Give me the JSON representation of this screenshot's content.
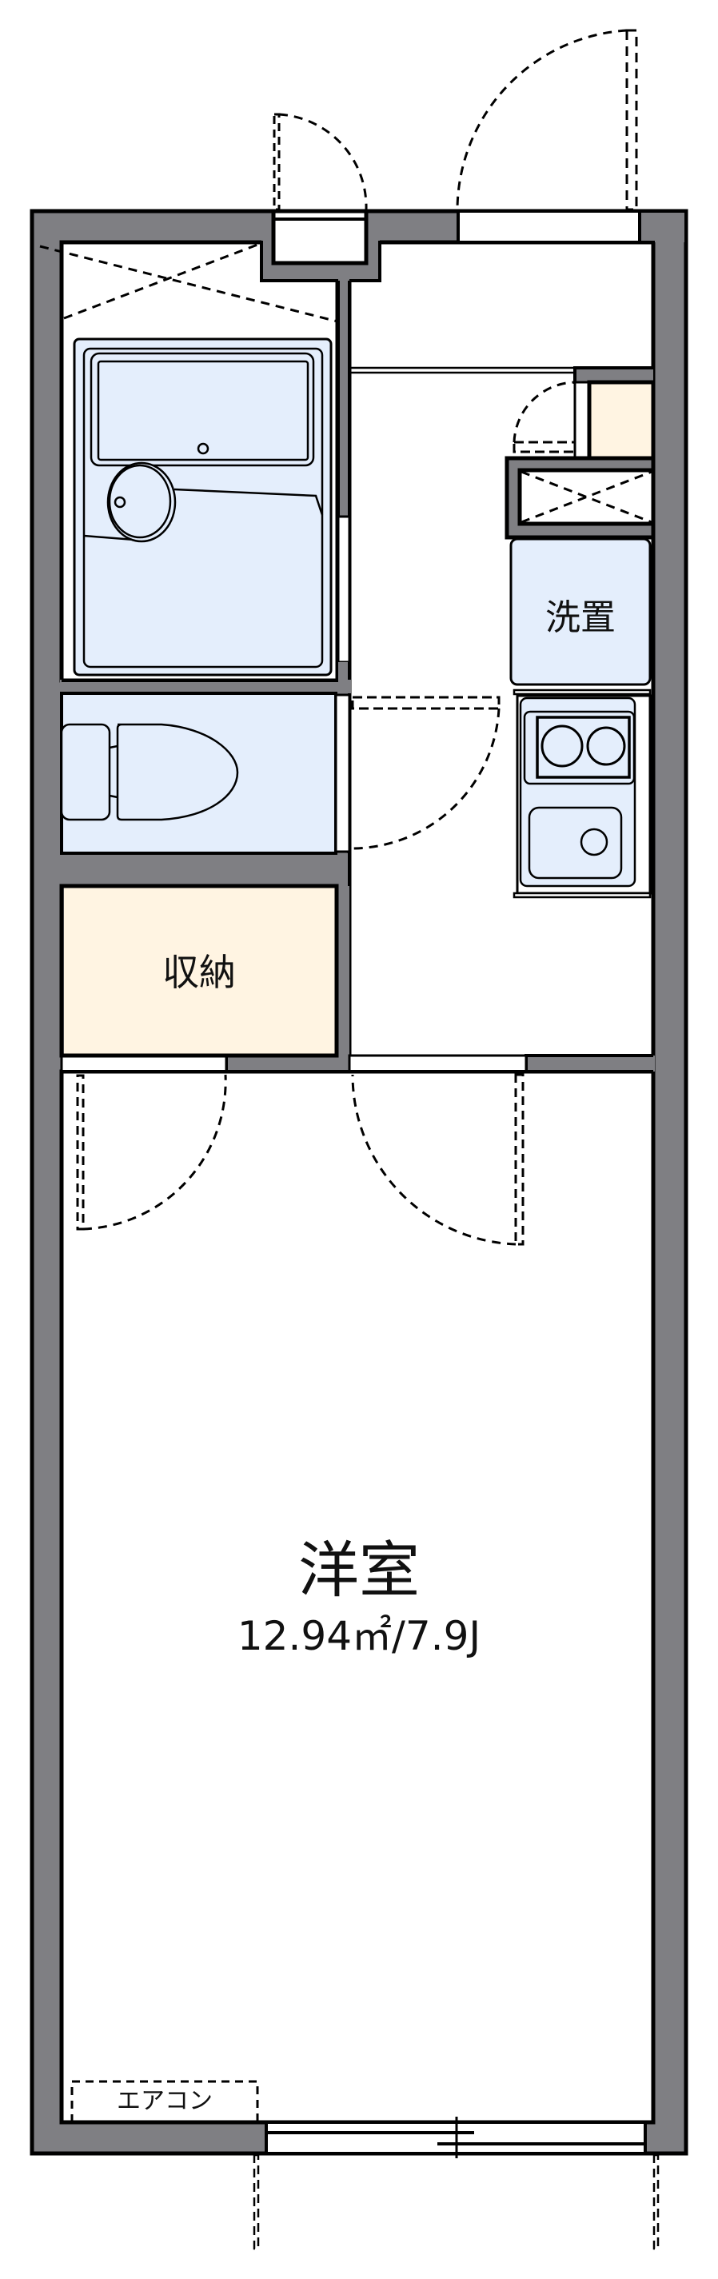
{
  "floorplan": {
    "rooms": {
      "western_room": {
        "name": "洋室",
        "area": "12.94㎡/7.9J"
      },
      "storage": {
        "name": "収納"
      },
      "washer_space": {
        "name": "洗置"
      },
      "air_conditioner": {
        "name": "エアコン"
      }
    },
    "colors": {
      "wall": "#7f7f83",
      "wet_area": "#e4eefc",
      "storage": "#fff4e2",
      "floor": "#ffffff",
      "line": "#000000"
    }
  }
}
